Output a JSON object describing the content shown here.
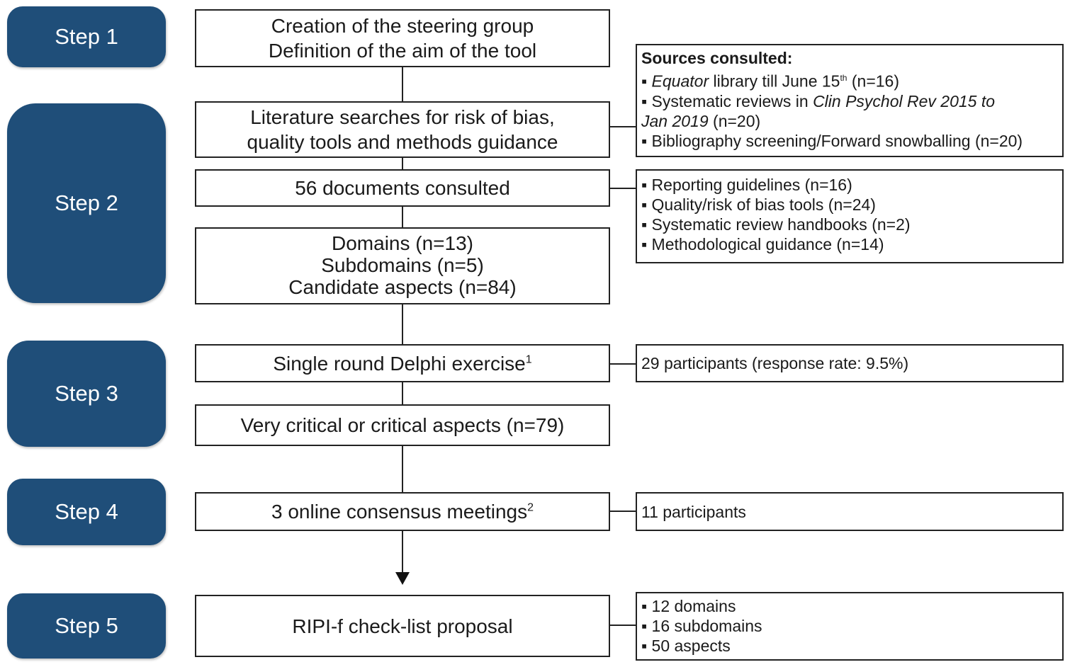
{
  "steps": [
    "Step 1",
    "Step 2",
    "Step 3",
    "Step 4",
    "Step 5"
  ],
  "boxes": {
    "creation": [
      "Creation  of the steering group",
      "Definition  of the aim of the tool"
    ],
    "literature": [
      "Literature  searches for risk of bias,",
      "quality tools and methods guidance"
    ],
    "documents": "56 documents  consulted",
    "domains": [
      "Domains (n=13)",
      "Subdomains (n=5)",
      "Candidate aspects (n=84)"
    ],
    "delphi": "Single round  Delphi  exercise",
    "delphi_sup": "1",
    "critical": "Very critical or critical aspects (n=79)",
    "meetings": "3 online  consensus meetings",
    "meetings_sup": "2",
    "proposal": "RIPI-f  check-list proposal"
  },
  "sources": {
    "heading": "Sources consulted:",
    "item1_em": "Equator",
    "item1_rest": " library till June 15",
    "item1_sup": "th",
    "item1_end": " (n=16)",
    "item2_pre": "Systematic reviews in ",
    "item2_em": "Clin Psychol Rev 2015 to",
    "item2_em2": "Jan 2019",
    "item2_end": " (n=20)",
    "item3": "Bibliography screening/Forward snowballing (n=20)"
  },
  "documents_breakdown": [
    "Reporting guidelines  (n=16)",
    "Quality/risk of bias tools  (n=24)",
    "Systematic review handbooks (n=2)",
    "Methodological guidance  (n=14)"
  ],
  "delphi_participants": "29 participants (response rate: 9.5%)",
  "meeting_participants": "11 participants",
  "proposal_contents": [
    "12 domains",
    "16 subdomains",
    "50 aspects"
  ],
  "bullet": "▪"
}
